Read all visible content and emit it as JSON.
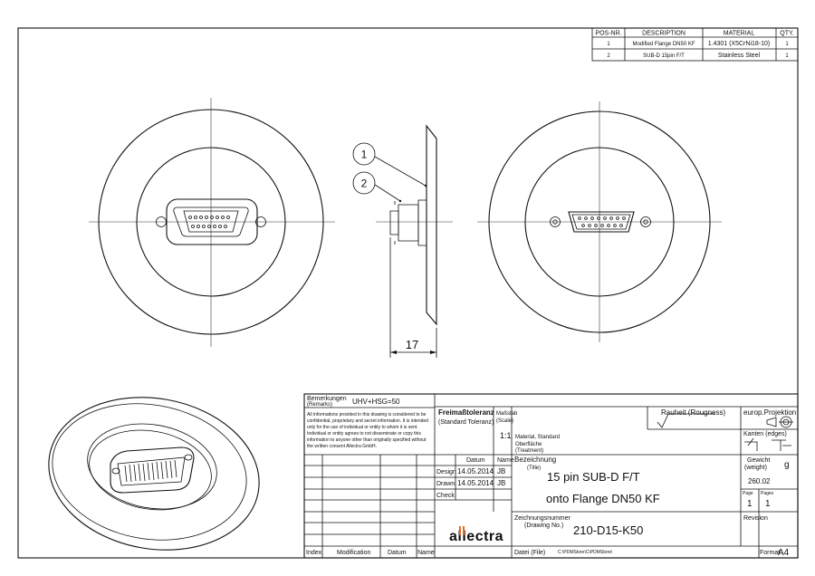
{
  "parts_list": {
    "headers": [
      "POS-NR.",
      "DESCRIPTION",
      "MATERIAL",
      "QTY."
    ],
    "rows": [
      [
        "1",
        "Modified Flange DN50 KF",
        "1.4301 (X5CrNi18-10)",
        "1"
      ],
      [
        "2",
        "SUB-D 15pin F/T",
        "Stainless Steel",
        "1"
      ]
    ]
  },
  "callouts": [
    "1",
    "2"
  ],
  "dimension": "17",
  "title_block": {
    "remarks_label": "Bemerkungen",
    "remarks_label_en": "(Remarks)",
    "remarks_value": "UHV+HSG=50",
    "confidential": [
      "All informations provided in this drawing is considered to be",
      "confidential, proprietary and secret information. It is intended",
      "only for the use of individual or entity to whom it is sent.",
      "Individual or entity agrees to not disseminate or copy this",
      "information to anyone other than originally specified without",
      "the written consent Allectra GmbH."
    ],
    "tolerance_label": "Freimaßtoleranz",
    "tolerance_label_en": "(Standard Toleranz)",
    "scale_label": "Maßstab",
    "scale_label_en": "(Scale)",
    "scale_value": "1:1",
    "material_line1": "Material, Standard",
    "material_line2": "Oberfläche",
    "material_line3": "(Treatment)",
    "roughness_label": "Rauheit (Rougness)",
    "projection_label": "europ.Projektion",
    "edges_label": "Kanten (edges)",
    "datum_header": "Datum",
    "name_header": "Name",
    "design_label": "Design",
    "design_date": "14.05.2014",
    "design_name": "JB",
    "drawn_label": "Drawn",
    "drawn_date": "14.05.2014",
    "drawn_name": "JB",
    "check_label": "Check",
    "bezeichnung_label": "Bezeichnung",
    "title_label_en": "(Title)",
    "title_line1": "15 pin SUB-D F/T",
    "title_line2": "onto Flange DN50 KF",
    "weight_label": "Gewicht",
    "weight_label_en": "(weight)",
    "weight_unit": "g",
    "weight_value": "260.02",
    "page_label": "Page",
    "pages_label": "Pages",
    "page_value": "1",
    "pages_value": "1",
    "drawing_no_label": "Zeichnungsnummer",
    "drawing_no_label_en": "(Drawing No.)",
    "drawing_no": "210-D15-K50",
    "revision_label": "Revision",
    "file_label": "Datei (File)",
    "file_path": "C:\\PDMStore\\C\\PDMStore\\",
    "format_label": "Format",
    "format_value": "A4",
    "logo_text": "allectra",
    "footer_index": "Index",
    "footer_modification": "Modification",
    "footer_datum": "Datum",
    "footer_name": "Name"
  }
}
